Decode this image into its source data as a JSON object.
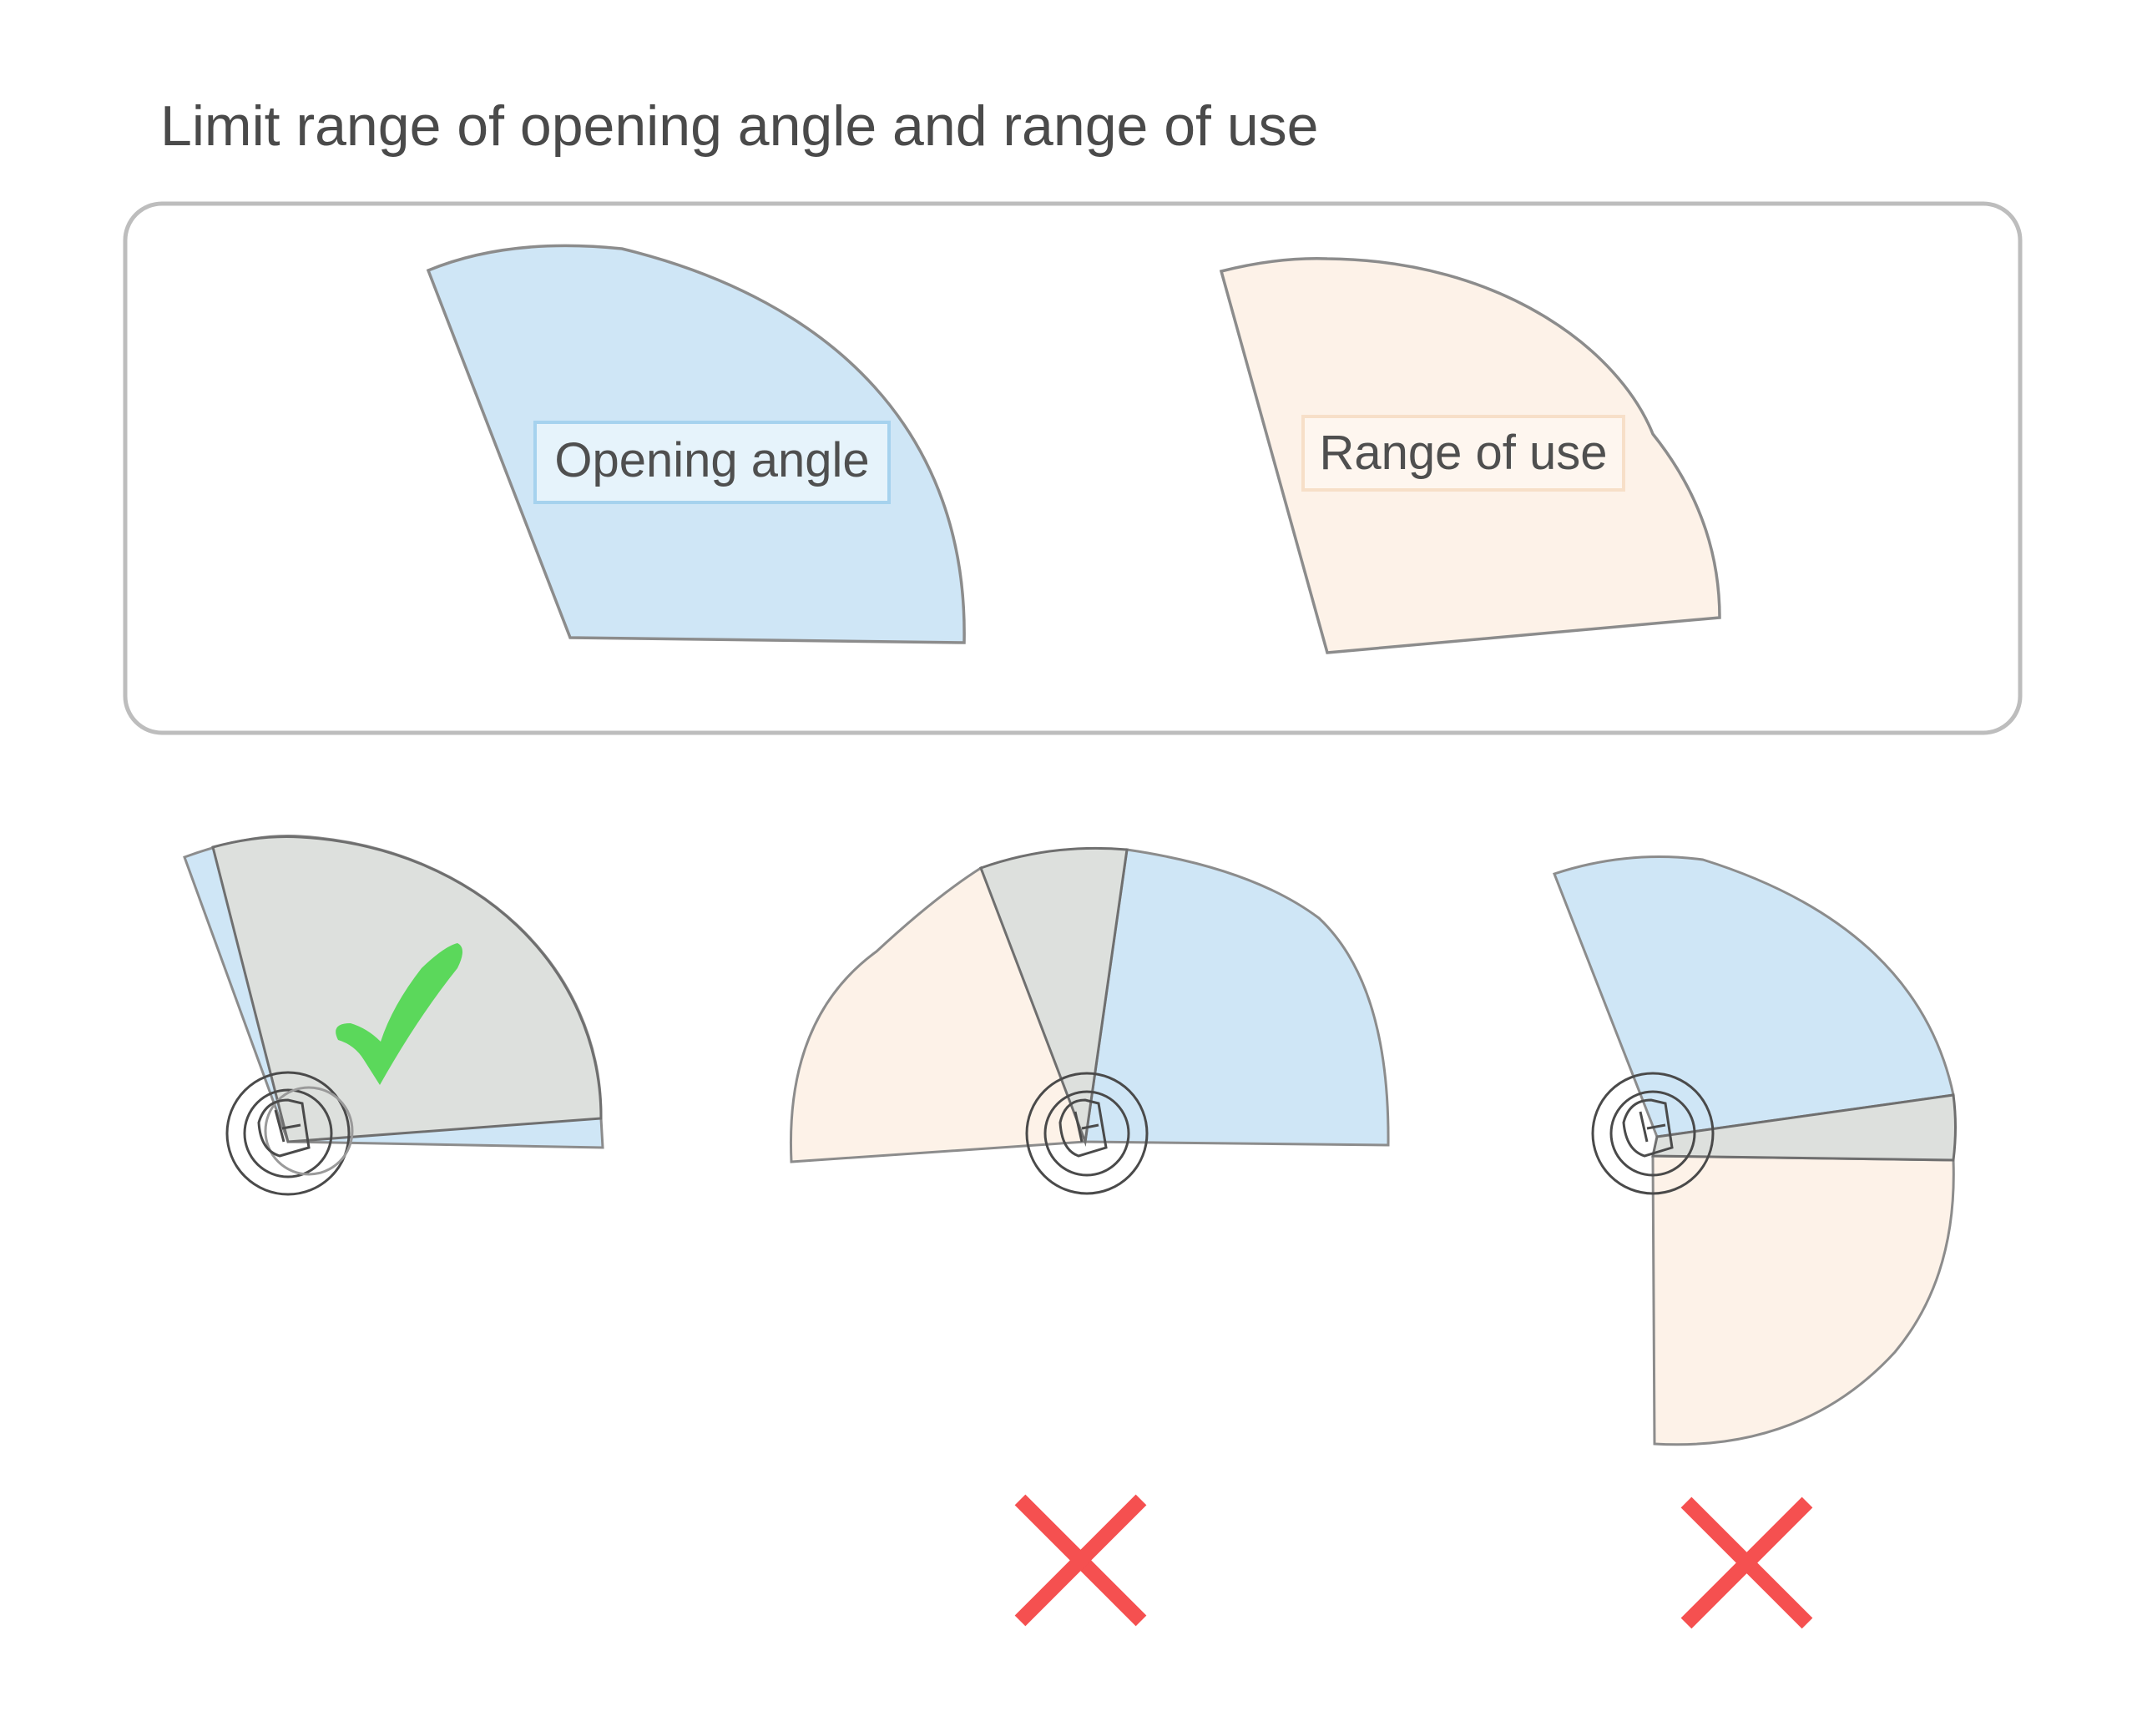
{
  "title": "Limit range of opening angle and range of use",
  "legend": {
    "opening_angle_label": "Opening angle",
    "range_of_use_label": "Range of use"
  },
  "colors": {
    "opening_angle_fill": "#cfe6f6",
    "range_of_use_fill": "#fdf2e8",
    "overlap_fill": "#dde0dd",
    "opening_label_border": "#a6d2ee",
    "range_label_border": "#f7dfc8",
    "outline": "#8c8c8c",
    "correct": "#5bd85b",
    "incorrect": "#f55050"
  },
  "examples": [
    {
      "verdict": "correct",
      "verdict_icon": "checkmark-icon"
    },
    {
      "verdict": "incorrect",
      "verdict_icon": "cross-icon"
    },
    {
      "verdict": "incorrect",
      "verdict_icon": "cross-icon"
    }
  ]
}
